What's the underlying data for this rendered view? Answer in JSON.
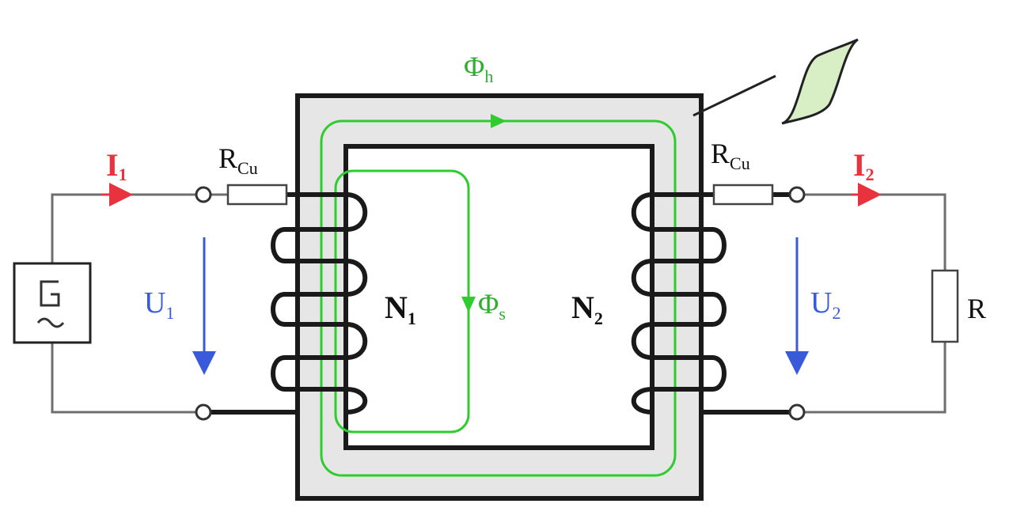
{
  "primary": {
    "current_label": "I",
    "current_sub": "1",
    "voltage_label": "U",
    "voltage_sub": "1",
    "resistance_label": "R",
    "resistance_sub": "Cu",
    "winding_label": "N",
    "winding_sub": "1",
    "source_symbol": "G"
  },
  "secondary": {
    "current_label": "I",
    "current_sub": "2",
    "voltage_label": "U",
    "voltage_sub": "2",
    "resistance_label": "R",
    "resistance_sub": "Cu",
    "winding_label": "N",
    "winding_sub": "2",
    "load_label": "R"
  },
  "flux": {
    "main_label": "Φ",
    "main_sub": "h",
    "stray_label": "Φ",
    "stray_sub": "s"
  },
  "colors": {
    "current": "#e8333f",
    "voltage": "#3a5bd9",
    "flux": "#2ecc2e",
    "core": "#e6e6e6",
    "hysteresis_fill": "#d8efc6"
  }
}
